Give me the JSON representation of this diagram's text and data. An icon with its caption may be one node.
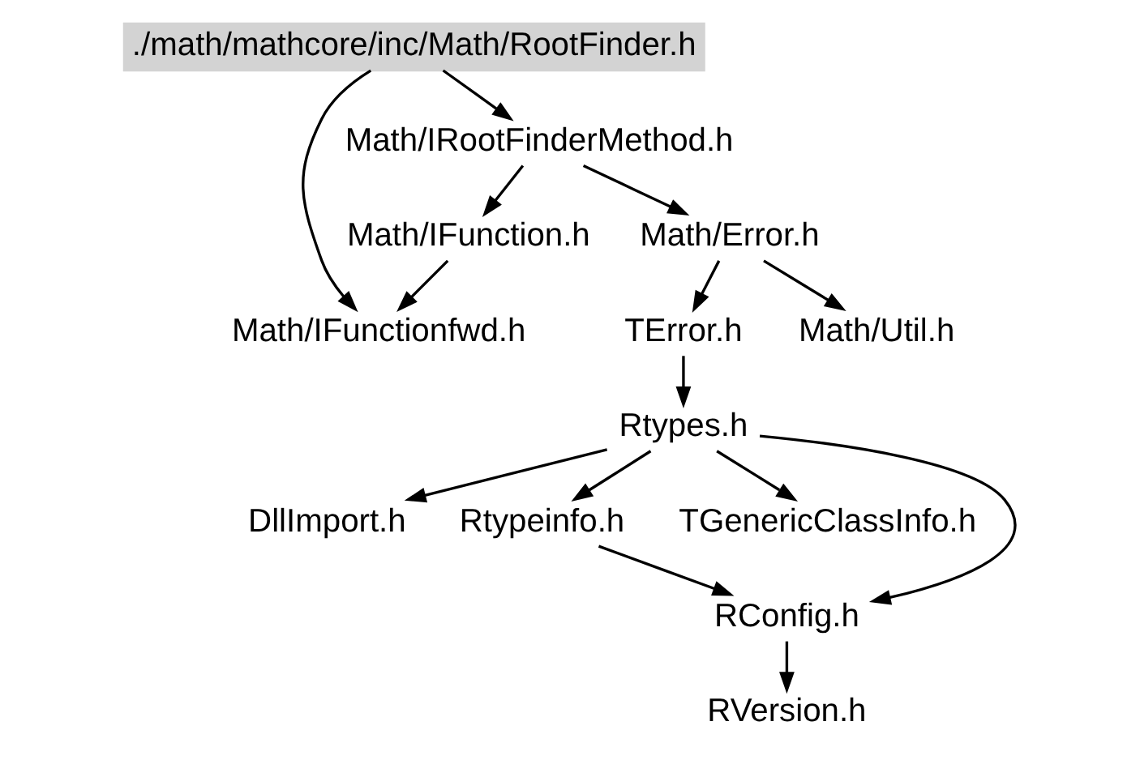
{
  "diagram": {
    "nodes": [
      {
        "text": [
          "./math/mathcore/inc/Math/RootFinder.h"
        ]
      },
      {
        "text": [
          "Math/IRootFinderMethod.h"
        ]
      },
      {
        "text": [
          "Math/IFunction.h"
        ]
      },
      {
        "text": [
          "Math/Error.h"
        ]
      },
      {
        "text": [
          "Math/IFunctionfwd.h"
        ]
      },
      {
        "text": [
          "TError.h"
        ]
      },
      {
        "text": [
          "Math/Util.h"
        ]
      },
      {
        "text": [
          "Rtypes.h"
        ]
      },
      {
        "text": [
          "DllImport.h"
        ]
      },
      {
        "text": [
          "Rtypeinfo.h"
        ]
      },
      {
        "text": [
          "TGenericClassInfo.h"
        ]
      },
      {
        "text": [
          "RConfig.h"
        ]
      },
      {
        "text": [
          "RVersion.h"
        ]
      }
    ],
    "edges": [
      {
        "from": 0,
        "to": 1,
        "arrow": "to"
      },
      {
        "from": 0,
        "to": 4,
        "arrow": "to"
      },
      {
        "from": 1,
        "to": 2,
        "arrow": "to"
      },
      {
        "from": 1,
        "to": 3,
        "arrow": "to"
      },
      {
        "from": 2,
        "to": 4,
        "arrow": "to"
      },
      {
        "from": 3,
        "to": 5,
        "arrow": "to"
      },
      {
        "from": 3,
        "to": 6,
        "arrow": "to"
      },
      {
        "from": 5,
        "to": 7,
        "arrow": "to"
      },
      {
        "from": 7,
        "to": 8,
        "arrow": "to"
      },
      {
        "from": 7,
        "to": 9,
        "arrow": "to"
      },
      {
        "from": 7,
        "to": 10,
        "arrow": "to"
      },
      {
        "from": 7,
        "to": 11,
        "arrow": "to"
      },
      {
        "from": 9,
        "to": 11,
        "arrow": "to"
      },
      {
        "from": 11,
        "to": 12,
        "arrow": "to"
      }
    ]
  }
}
